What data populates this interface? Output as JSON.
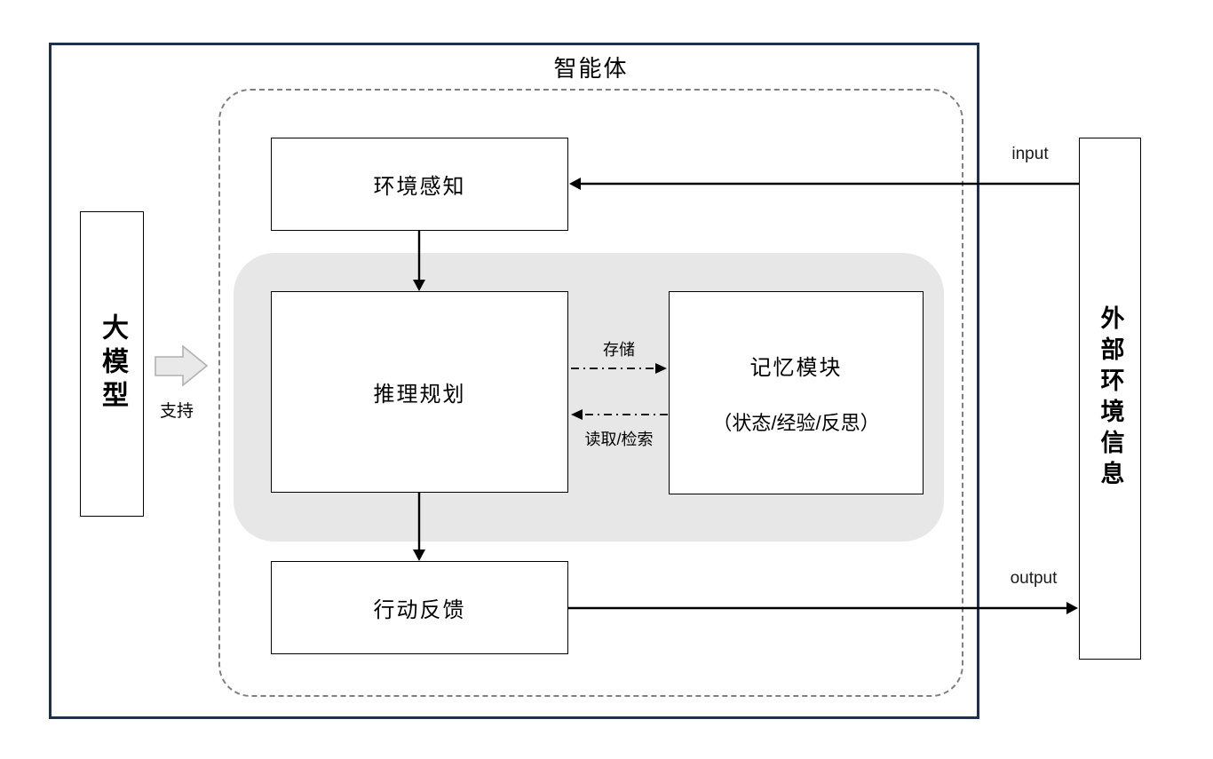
{
  "diagram": {
    "title": "智能体",
    "nodes": {
      "perception": {
        "label": "环境感知"
      },
      "reasoning": {
        "label": "推理规划"
      },
      "memory": {
        "label": "记忆模块",
        "sublabel": "（状态/经验/反思）"
      },
      "action": {
        "label": "行动反馈"
      },
      "llm": {
        "label": "大模型"
      },
      "environment": {
        "label": "外部环境信息"
      }
    },
    "edge_labels": {
      "input": "input",
      "output": "output",
      "support": "支持",
      "store": "存储",
      "retrieve": "读取/检索"
    },
    "colors": {
      "outer_border": "#1e3050",
      "dashed_border": "#7f7f7f",
      "memory_zone_bg": "#e7e7e7",
      "node_border": "#000000",
      "arrow": "#000000",
      "block_arrow_fill": "#e9e9e9",
      "block_arrow_stroke": "#b0b0b0"
    }
  }
}
